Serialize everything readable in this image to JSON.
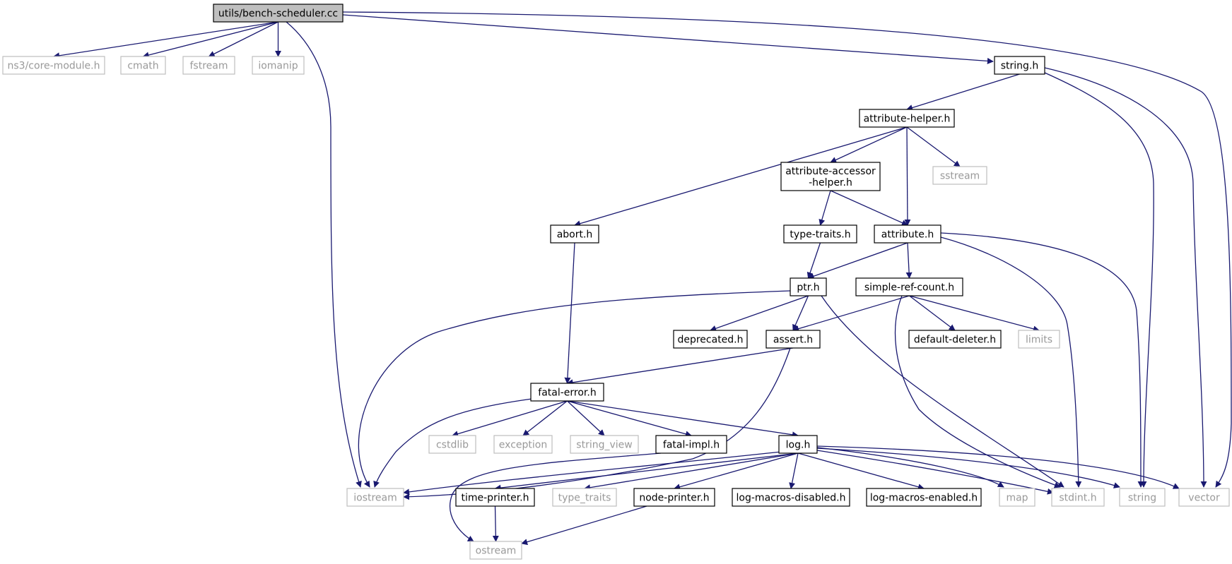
{
  "graph_title": "utils/bench-scheduler.cc",
  "nodes": [
    {
      "id": "root",
      "label": "utils/bench-scheduler.cc",
      "kind": "root"
    },
    {
      "id": "ns3core",
      "label": "ns3/core-module.h",
      "kind": "external"
    },
    {
      "id": "cmath",
      "label": "cmath",
      "kind": "external"
    },
    {
      "id": "fstream",
      "label": "fstream",
      "kind": "external"
    },
    {
      "id": "iomanip",
      "label": "iomanip",
      "kind": "external"
    },
    {
      "id": "stringh",
      "label": "string.h",
      "kind": "project"
    },
    {
      "id": "attrhelper",
      "label": "attribute-helper.h",
      "kind": "project"
    },
    {
      "id": "attraccessor",
      "label": "attribute-accessor-helper.h",
      "lines": [
        "attribute-accessor",
        "-helper.h"
      ],
      "kind": "project"
    },
    {
      "id": "sstream",
      "label": "sstream",
      "kind": "external"
    },
    {
      "id": "abort",
      "label": "abort.h",
      "kind": "project"
    },
    {
      "id": "typetraitsh",
      "label": "type-traits.h",
      "kind": "project"
    },
    {
      "id": "attribute",
      "label": "attribute.h",
      "kind": "project"
    },
    {
      "id": "ptr",
      "label": "ptr.h",
      "kind": "project"
    },
    {
      "id": "simpleref",
      "label": "simple-ref-count.h",
      "kind": "project"
    },
    {
      "id": "deprecated",
      "label": "deprecated.h",
      "kind": "project"
    },
    {
      "id": "assert",
      "label": "assert.h",
      "kind": "project"
    },
    {
      "id": "defdeleter",
      "label": "default-deleter.h",
      "kind": "project"
    },
    {
      "id": "limits",
      "label": "limits",
      "kind": "external"
    },
    {
      "id": "fatalerror",
      "label": "fatal-error.h",
      "kind": "project"
    },
    {
      "id": "cstdlib",
      "label": "cstdlib",
      "kind": "external"
    },
    {
      "id": "exception",
      "label": "exception",
      "kind": "external"
    },
    {
      "id": "stringview",
      "label": "string_view",
      "kind": "external"
    },
    {
      "id": "fatalimpl",
      "label": "fatal-impl.h",
      "kind": "project"
    },
    {
      "id": "log",
      "label": "log.h",
      "kind": "project"
    },
    {
      "id": "iostream",
      "label": "iostream",
      "kind": "external"
    },
    {
      "id": "timeprinter",
      "label": "time-printer.h",
      "kind": "project"
    },
    {
      "id": "typetraits",
      "label": "type_traits",
      "kind": "external"
    },
    {
      "id": "nodeprinter",
      "label": "node-printer.h",
      "kind": "project"
    },
    {
      "id": "logdisabled",
      "label": "log-macros-disabled.h",
      "kind": "project"
    },
    {
      "id": "logenabled",
      "label": "log-macros-enabled.h",
      "kind": "project"
    },
    {
      "id": "map",
      "label": "map",
      "kind": "external"
    },
    {
      "id": "stdint",
      "label": "stdint.h",
      "kind": "external"
    },
    {
      "id": "string",
      "label": "string",
      "kind": "external"
    },
    {
      "id": "vector",
      "label": "vector",
      "kind": "external"
    },
    {
      "id": "ostream",
      "label": "ostream",
      "kind": "external"
    }
  ],
  "edges": [
    [
      "root",
      "ns3core"
    ],
    [
      "root",
      "cmath"
    ],
    [
      "root",
      "fstream"
    ],
    [
      "root",
      "iomanip"
    ],
    [
      "root",
      "iostream"
    ],
    [
      "root",
      "stringh"
    ],
    [
      "root",
      "vector"
    ],
    [
      "stringh",
      "attrhelper"
    ],
    [
      "stringh",
      "string"
    ],
    [
      "stringh",
      "vector"
    ],
    [
      "attrhelper",
      "abort"
    ],
    [
      "attrhelper",
      "attraccessor"
    ],
    [
      "attrhelper",
      "attribute"
    ],
    [
      "attrhelper",
      "sstream"
    ],
    [
      "attraccessor",
      "typetraitsh"
    ],
    [
      "attraccessor",
      "attribute"
    ],
    [
      "typetraitsh",
      "ptr"
    ],
    [
      "attribute",
      "ptr"
    ],
    [
      "attribute",
      "simpleref"
    ],
    [
      "attribute",
      "stdint"
    ],
    [
      "attribute",
      "string"
    ],
    [
      "abort",
      "fatalerror"
    ],
    [
      "ptr",
      "iostream"
    ],
    [
      "ptr",
      "deprecated"
    ],
    [
      "ptr",
      "assert"
    ],
    [
      "ptr",
      "stdint"
    ],
    [
      "simpleref",
      "assert"
    ],
    [
      "simpleref",
      "defdeleter"
    ],
    [
      "simpleref",
      "limits"
    ],
    [
      "simpleref",
      "stdint"
    ],
    [
      "assert",
      "fatalerror"
    ],
    [
      "assert",
      "iostream"
    ],
    [
      "fatalerror",
      "iostream"
    ],
    [
      "fatalerror",
      "cstdlib"
    ],
    [
      "fatalerror",
      "exception"
    ],
    [
      "fatalerror",
      "stringview"
    ],
    [
      "fatalerror",
      "fatalimpl"
    ],
    [
      "fatalerror",
      "log"
    ],
    [
      "fatalimpl",
      "ostream"
    ],
    [
      "log",
      "iostream"
    ],
    [
      "log",
      "timeprinter"
    ],
    [
      "log",
      "typetraits"
    ],
    [
      "log",
      "nodeprinter"
    ],
    [
      "log",
      "logdisabled"
    ],
    [
      "log",
      "logenabled"
    ],
    [
      "log",
      "map"
    ],
    [
      "log",
      "stdint"
    ],
    [
      "log",
      "string"
    ],
    [
      "log",
      "vector"
    ],
    [
      "timeprinter",
      "ostream"
    ],
    [
      "nodeprinter",
      "ostream"
    ]
  ]
}
